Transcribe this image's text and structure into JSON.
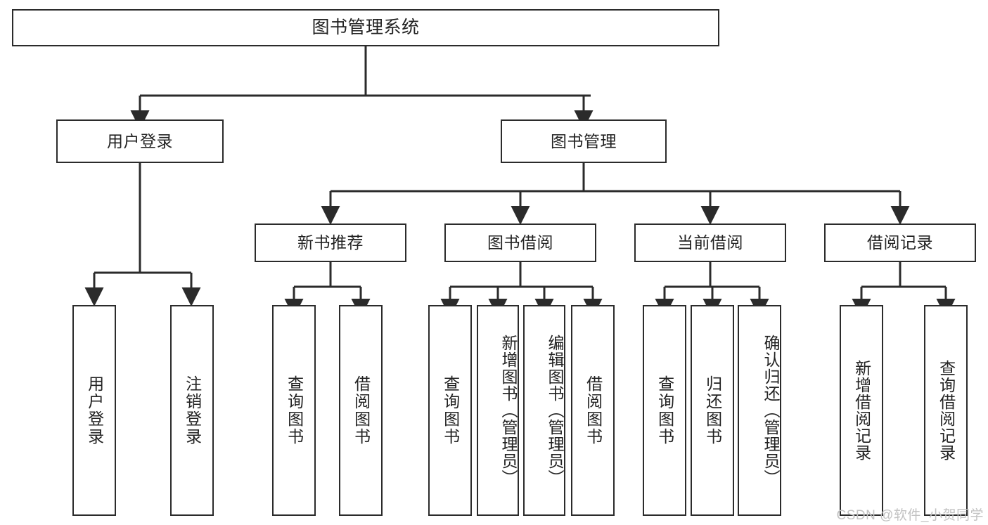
{
  "diagram": {
    "title": "图书管理系统",
    "type": "hierarchy-tree",
    "style": {
      "box_border": "#2b2b2b",
      "box_fill": "#ffffff",
      "edge_color": "#2b2b2b",
      "text_color": "#222222",
      "background": "#ffffff"
    },
    "root": {
      "label": "图书管理系统"
    },
    "level2": [
      {
        "label": "用户登录"
      },
      {
        "label": "图书管理"
      }
    ],
    "level3": [
      {
        "label": "新书推荐"
      },
      {
        "label": "图书借阅"
      },
      {
        "label": "当前借阅"
      },
      {
        "label": "借阅记录"
      }
    ],
    "leaves": {
      "user_login": [
        {
          "label": "用户登录"
        },
        {
          "label": "注销登录"
        }
      ],
      "new_book_recommend": [
        {
          "label": "查询图书"
        },
        {
          "label": "借阅图书"
        }
      ],
      "book_borrow": [
        {
          "label": "查询图书"
        },
        {
          "label": "新增图书（管理员）"
        },
        {
          "label": "编辑图书（管理员）"
        },
        {
          "label": "借阅图书"
        }
      ],
      "current_borrow": [
        {
          "label": "查询图书"
        },
        {
          "label": "归还图书"
        },
        {
          "label": "确认归还（管理员）"
        }
      ],
      "borrow_record": [
        {
          "label": "新增借阅记录"
        },
        {
          "label": "查询借阅记录"
        }
      ]
    }
  },
  "watermark": {
    "text": "CSDN @软件_小贺同学"
  }
}
